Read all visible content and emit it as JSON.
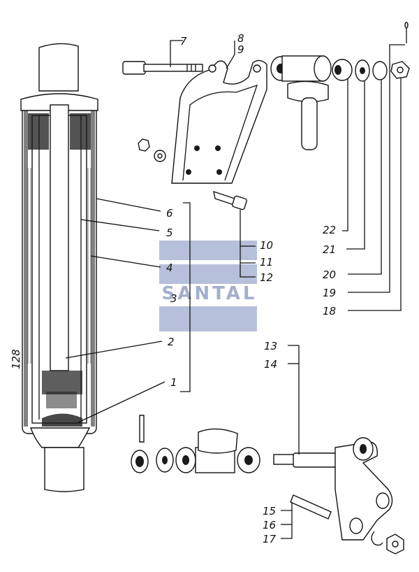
{
  "diagram": {
    "callouts": {
      "c1": "1",
      "c2": "2",
      "c3": "3",
      "c4": "4",
      "c5": "5",
      "c6": "6",
      "c7": "7",
      "c8": "8",
      "c9": "9",
      "c10": "10",
      "c11": "11",
      "c12": "12",
      "c13": "13",
      "c14": "14",
      "c15": "15",
      "c16": "16",
      "c17": "17",
      "c18": "18",
      "c19": "19",
      "c20": "20",
      "c21": "21",
      "c22": "22"
    },
    "side_label": "128",
    "watermark": "SANTAL",
    "colors": {
      "line": "#111111",
      "watermark_blue": "#5a6fa8"
    }
  }
}
